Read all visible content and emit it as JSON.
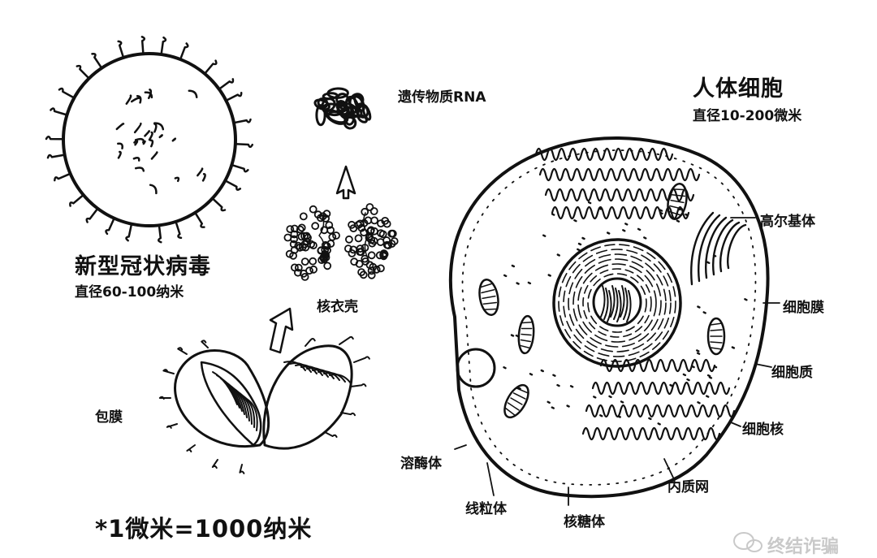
{
  "virus": {
    "name": "新型冠状病毒",
    "size": "直径60-100纳米",
    "rna_label": "遗传物质RNA",
    "capsid_label": "核衣壳",
    "envelope_label": "包膜"
  },
  "cell": {
    "name": "人体细胞",
    "size": "直径10-200微米",
    "labels": {
      "golgi": "高尔基体",
      "membrane": "细胞膜",
      "cytoplasm": "细胞质",
      "nucleus": "细胞核",
      "er": "内质网",
      "ribosome": "核糖体",
      "mitochondria": "线粒体",
      "lysosome": "溶酶体"
    }
  },
  "footnote": "*1微米=1000纳米",
  "watermark": "终结诈骗"
}
